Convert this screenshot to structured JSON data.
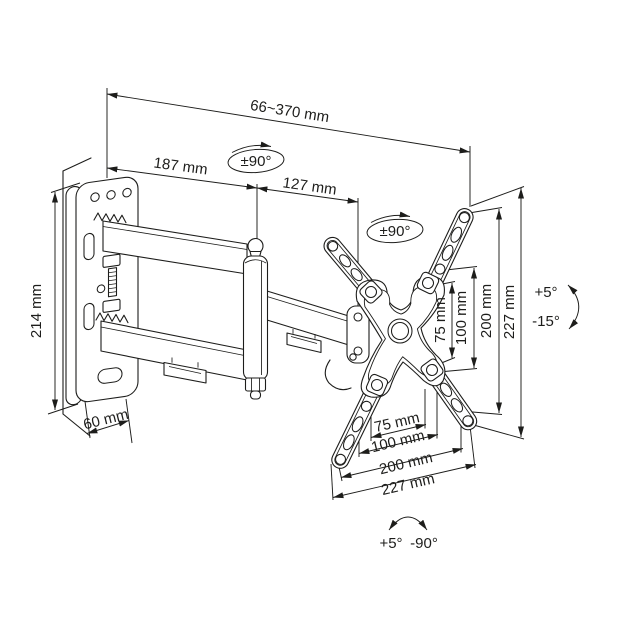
{
  "diagram": {
    "subject": "articulating-tv-wall-mount-dimension-drawing",
    "colors": {
      "line": "#1d1d1b",
      "background": "#ffffff"
    }
  },
  "dimensions": {
    "extension_range": "66~370 mm",
    "front_arm": "187 mm",
    "rear_arm": "127 mm",
    "wall_plate_height": "214 mm",
    "wall_plate_depth": "60 mm",
    "vesa_vertical": {
      "v75": "75 mm",
      "v100": "100 mm",
      "v200": "200 mm",
      "v227": "227 mm"
    },
    "vesa_horizontal": {
      "h75": "75 mm",
      "h100": "100 mm",
      "h200": "200 mm",
      "h227": "227 mm"
    }
  },
  "rotations": {
    "arm_swivel_front": "±90°",
    "arm_swivel_rear": "±90°",
    "tilt_up": "+5°",
    "tilt_down": "-15°",
    "screen_rotate_cw": "+5°",
    "screen_rotate_ccw": "-90°"
  }
}
